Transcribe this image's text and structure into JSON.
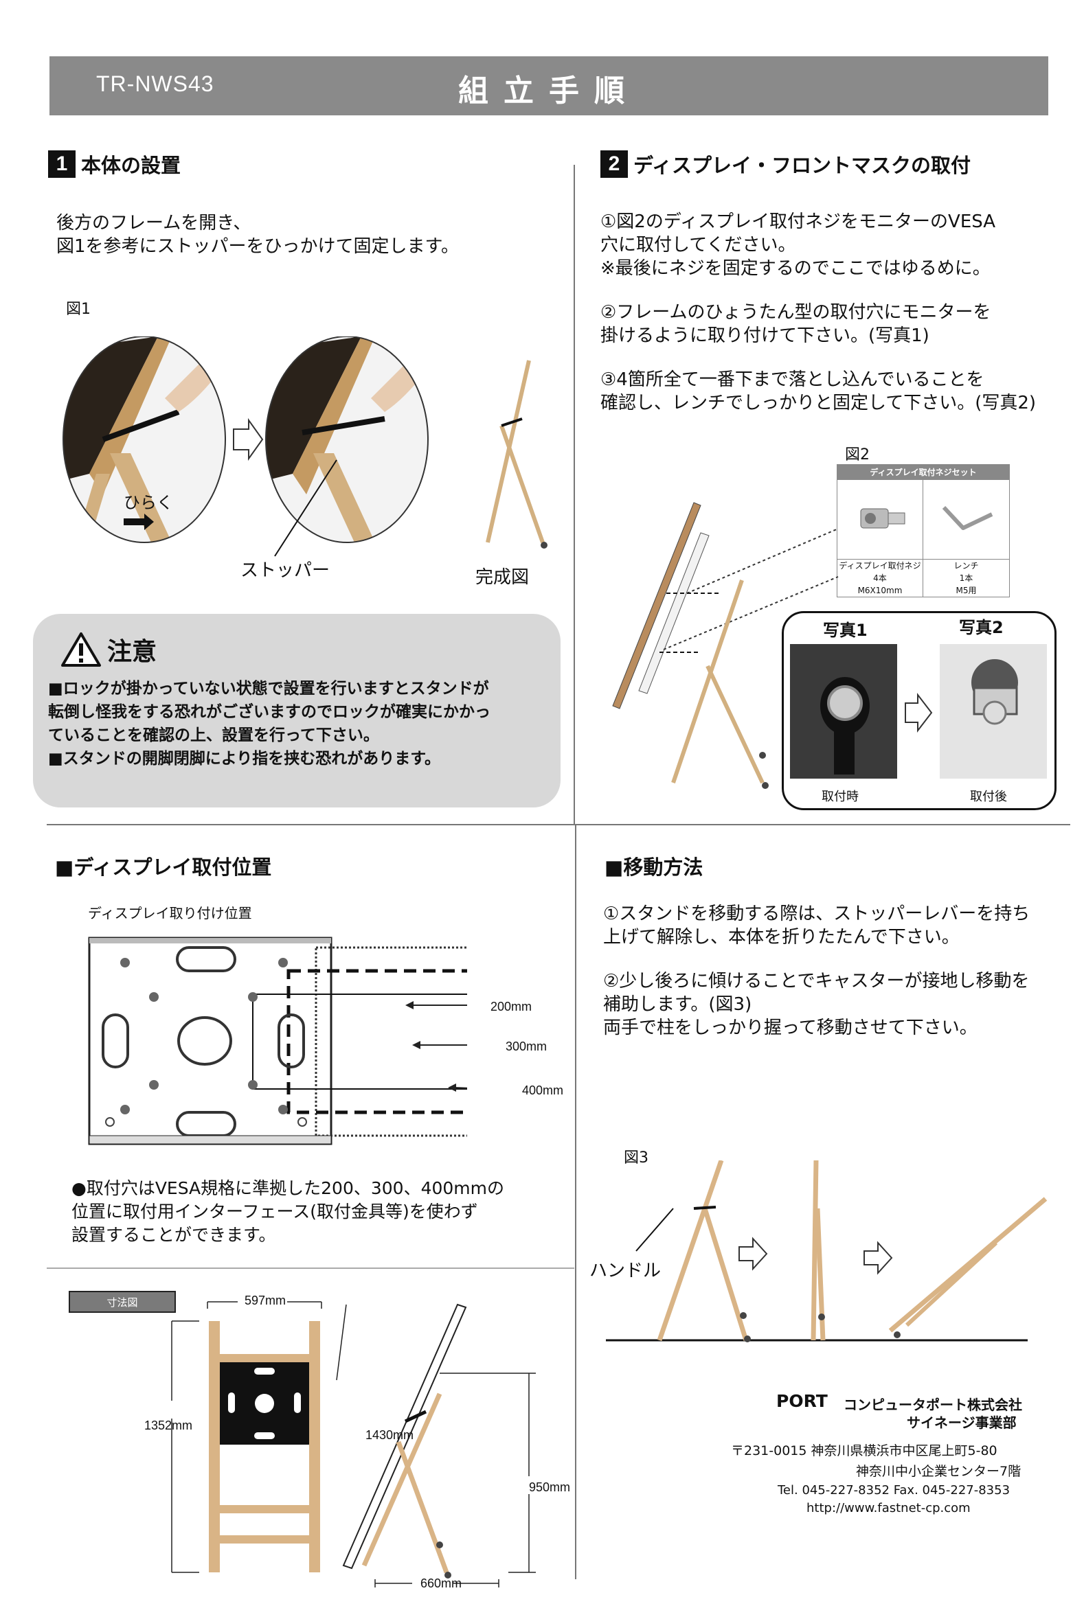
{
  "header": {
    "model": "TR-NWS43",
    "title": "組立手順"
  },
  "section1": {
    "num": "1",
    "title": "本体の設置",
    "text": "後方のフレームを開き、\n図1を参考にストッパーをひっかけて固定します。",
    "fig_label": "図1",
    "open_label": "ひらく",
    "stopper_label": "ストッパー",
    "complete_label": "完成図"
  },
  "caution": {
    "title": "注意",
    "text": "■ロックが掛かっていない状態で設置を行いますとスタンドが\n転倒し怪我をする恐れがございますのでロックが確実にかかっ\nていることを確認の上、設置を行って下さい。\n■スタンドの開脚閉脚により指を挟む恐れがあります。"
  },
  "section2": {
    "num": "2",
    "title": "ディスプレイ・フロントマスクの取付",
    "step1": "①図2のディスプレイ取付ネジをモニターのVESA\n穴に取付してください。\n※最後にネジを固定するのでここではゆるめに。",
    "step2": "②フレームのひょうたん型の取付穴にモニターを\n掛けるように取り付けて下さい。(写真1)",
    "step3": "③4箇所全て一番下まで落とし込んでいることを\n確認し、レンチでしっかりと固定して下さい。(写真2)",
    "fig_label": "図2",
    "screw_set": {
      "header": "ディスプレイ取付ネジセット",
      "col1_name": "ディスプレイ取付ネジ",
      "col1_qty": "4本",
      "col1_size": "M6X10mm",
      "col2_name": "レンチ",
      "col2_qty": "1本",
      "col2_size": "M5用"
    },
    "photo1_label": "写真1",
    "photo2_label": "写真2",
    "photo1_caption": "取付時",
    "photo2_caption": "取付後"
  },
  "section3": {
    "title": "■ディスプレイ取付位置",
    "diagram_label": "ディスプレイ取り付け位置",
    "dim_200": "200mm",
    "dim_300": "300mm",
    "dim_400": "400mm",
    "note": "●取付穴はVESA規格に準拠した200、300、400mmの\n位置に取付用インターフェース(取付金具等)を使わず\n設置することができます。"
  },
  "section4": {
    "title": "■移動方法",
    "text1": "①スタンドを移動する際は、ストッパーレバーを持ち\n上げて解除し、本体を折りたたんで下さい。",
    "text2": "②少し後ろに傾けることでキャスターが接地し移動を\n補助します。(図3)\n両手で柱をしっかり握って移動させて下さい。",
    "fig_label": "図3",
    "handle_label": "ハンドル"
  },
  "dimensions": {
    "label": "寸法図",
    "width": "597mm",
    "height": "1352mm",
    "side_height": "1430mm",
    "side_mid": "950mm",
    "depth": "660mm"
  },
  "footer": {
    "logo": "PORT",
    "company": "コンピュータポート株式会社",
    "division": "サイネージ事業部",
    "address1": "〒231-0015  神奈川県横浜市中区尾上町5-80",
    "address2": "神奈川中小企業センター7階",
    "tel": "Tel. 045-227-8352  Fax. 045-227-8353",
    "url": "http://www.fastnet-cp.com"
  }
}
